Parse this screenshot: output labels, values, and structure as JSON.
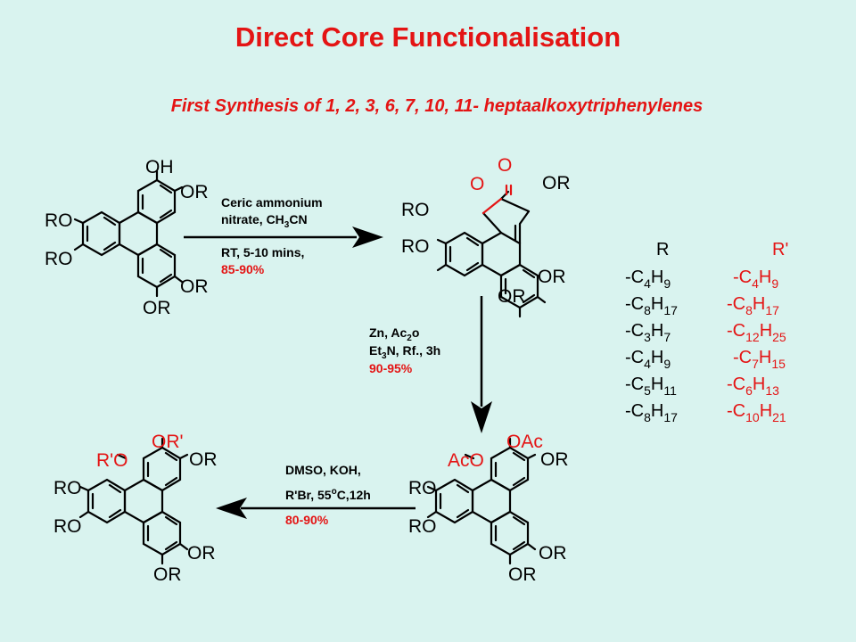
{
  "title": "Direct Core Functionalisation",
  "subtitle": "First Synthesis of 1, 2, 3, 6, 7, 10, 11- heptaalkoxytriphenylenes",
  "colors": {
    "background": "#d9f3ef",
    "accent": "#e41414"
  },
  "molecules": {
    "starting": {
      "oh": "OH",
      "or_upper_right": "OR",
      "ro_top_left": "RO",
      "ro_mid_left": "RO",
      "or_lower_right": "OR",
      "or_bottom": "OR"
    },
    "quinone": {
      "o_top": "O",
      "o_left": "O",
      "or_right": "OR",
      "ro_top_left": "RO",
      "ro_mid_left": "RO",
      "or_lower_right": "OR",
      "or_bottom": "OR"
    },
    "diacetate": {
      "oac": "OAc",
      "aco": "AcO",
      "or_right": "OR",
      "ro_top_left": "RO",
      "ro_mid_left": "RO",
      "or_lower_right": "OR",
      "or_bottom": "OR"
    },
    "product": {
      "or_prime": "OR'",
      "r_prime_o": "R'O",
      "or_right": "OR",
      "ro_top_left": "RO",
      "ro_mid_left": "RO",
      "or_lower_right": "OR",
      "or_bottom": "OR"
    }
  },
  "steps": {
    "step1": {
      "line1": "Ceric ammonium",
      "line2_a": "nitrate, CH",
      "line2_sub": "3",
      "line2_b": "CN",
      "line3": "RT, 5-10 mins,",
      "yield": "85-90%"
    },
    "step2": {
      "line1_a": "Zn, Ac",
      "line1_sub": "2",
      "line1_b": "o",
      "line2_a": "Et",
      "line2_sub": "3",
      "line2_b": "N, Rf., 3h",
      "yield": "90-95%"
    },
    "step3": {
      "line1": "DMSO, KOH,",
      "line2_a": "R'Br, 55",
      "line2_sup": "o",
      "line2_b": "C,12h",
      "yield": "80-90%"
    }
  },
  "substituent_table": {
    "headers": [
      "R",
      "R'"
    ],
    "rows": [
      {
        "r": [
          "-C",
          "4",
          "H",
          "9"
        ],
        "rp": [
          "-C",
          "4",
          "H",
          "9"
        ]
      },
      {
        "r": [
          "-C",
          "8",
          "H",
          "17"
        ],
        "rp": [
          "-C",
          "8",
          "H",
          "17"
        ]
      },
      {
        "r": [
          "-C",
          "3",
          "H",
          "7"
        ],
        "rp": [
          "-C",
          "12",
          "H",
          "25"
        ]
      },
      {
        "r": [
          "-C",
          "4",
          "H",
          "9"
        ],
        "rp": [
          "-C",
          "7",
          "H",
          "15"
        ]
      },
      {
        "r": [
          "-C",
          "5",
          "H",
          "11"
        ],
        "rp": [
          "-C",
          "6",
          "H",
          "13"
        ]
      },
      {
        "r": [
          "-C",
          "8",
          "H",
          "17"
        ],
        "rp": [
          "-C",
          "10",
          "H",
          "21"
        ]
      }
    ]
  }
}
